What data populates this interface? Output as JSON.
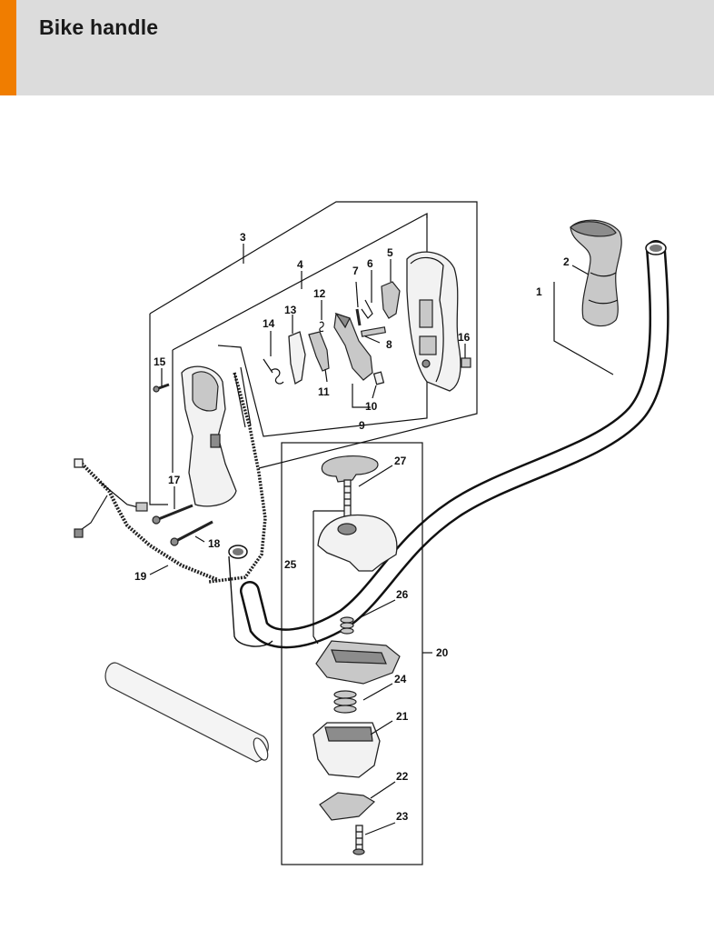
{
  "header": {
    "title": "Bike handle",
    "accent_color": "#f07d00"
  },
  "labels": {
    "p1": "1",
    "p2": "2",
    "p3": "3",
    "p4": "4",
    "p5": "5",
    "p6": "6",
    "p7": "7",
    "p8": "8",
    "p9": "9",
    "p10": "10",
    "p11": "11",
    "p12": "12",
    "p13": "13",
    "p14": "14",
    "p15": "15",
    "p16": "16",
    "p17": "17",
    "p18": "18",
    "p19": "19",
    "p20": "20",
    "p21": "21",
    "p22": "22",
    "p23": "23",
    "p24": "24",
    "p25": "25",
    "p26": "26",
    "p27": "27"
  }
}
